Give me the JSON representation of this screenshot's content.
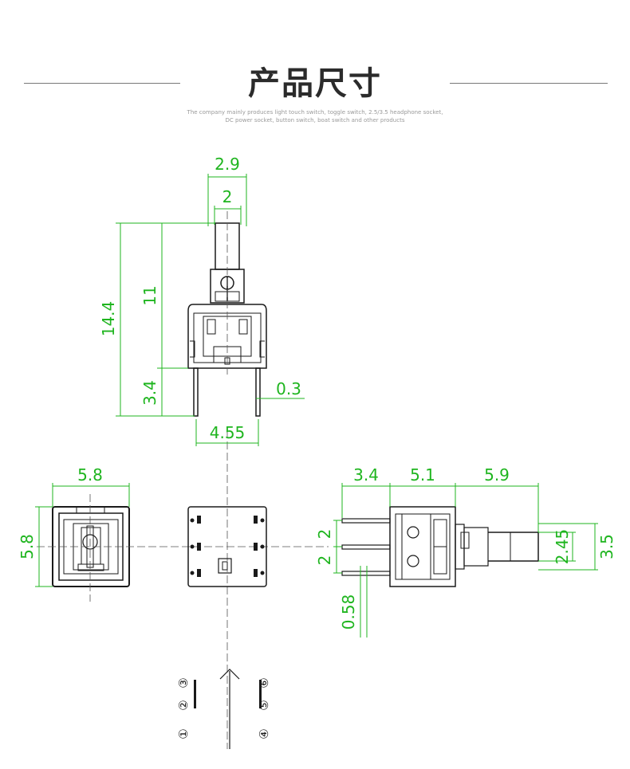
{
  "header": {
    "title": "产品尺寸",
    "subtitle_line1": "The company mainly produces light touch switch, toggle switch, 2.5/3.5 headphone socket,",
    "subtitle_line2": "DC power socket, button switch, boat switch and other products"
  },
  "colors": {
    "dimension": "#1fb51f",
    "outline": "#1a1a1a",
    "centerline": "#555555"
  },
  "front_view": {
    "dims": {
      "cap_outer": "2.9",
      "cap_inner": "2",
      "total_height": "14.4",
      "body_height": "11",
      "pin_length": "3.4",
      "pin_width": "0.3",
      "pin_spacing": "4.55"
    }
  },
  "top_view": {
    "dims": {
      "width": "5.8",
      "height": "5.8"
    }
  },
  "side_view": {
    "dims": {
      "pin_len": "3.4",
      "body_len": "5.1",
      "stem_len": "5.9",
      "pitch_1": "2",
      "pitch_2": "2",
      "stem_width": "2.45",
      "stem_outer": "3.5",
      "pin_offset": "0.58"
    }
  },
  "pin_layout": {
    "pins": [
      "①",
      "②",
      "③",
      "④",
      "⑤",
      "⑥"
    ]
  }
}
